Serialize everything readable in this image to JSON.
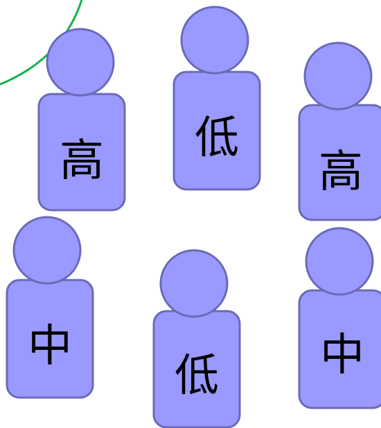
{
  "colors": {
    "figure_fill": "#9999ff",
    "figure_stroke": "#6a6ab8",
    "arc_stroke": "#12b34a"
  },
  "people": [
    {
      "label": "高"
    },
    {
      "label": "低"
    },
    {
      "label": "高"
    },
    {
      "label": "中"
    },
    {
      "label": "低"
    },
    {
      "label": "中"
    }
  ]
}
